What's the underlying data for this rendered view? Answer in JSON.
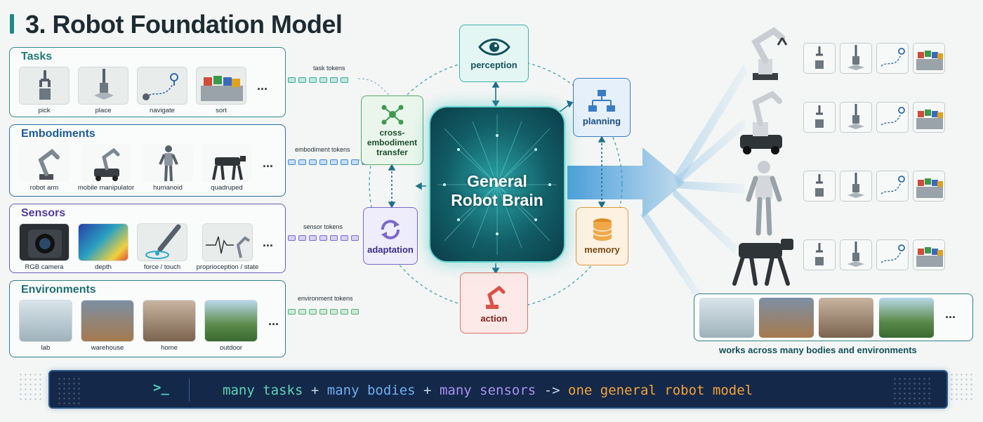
{
  "title": "3. Robot Foundation Model",
  "colors": {
    "teal": "#1d8a84",
    "blue": "#2d6aa6",
    "purple": "#6b57b5",
    "orange": "#f3a43a",
    "terminal_bg": "#14284a"
  },
  "panels": {
    "tasks": {
      "title": "Tasks",
      "items": [
        "pick",
        "place",
        "navigate",
        "sort"
      ],
      "more": "..."
    },
    "embodiments": {
      "title": "Embodiments",
      "items": [
        "robot arm",
        "mobile manipulator",
        "humanoid",
        "quadruped"
      ],
      "more": "..."
    },
    "sensors": {
      "title": "Sensors",
      "items": [
        "RGB camera",
        "depth",
        "force / touch",
        "proprioception / state"
      ],
      "more": "..."
    },
    "environments": {
      "title": "Environments",
      "items": [
        "lab",
        "warehouse",
        "home",
        "outdoor"
      ],
      "more": "..."
    }
  },
  "tokens": {
    "task": "task tokens",
    "embodiment": "embodiment tokens",
    "sensor": "sensor tokens",
    "environment": "environment tokens"
  },
  "brain": {
    "line1": "General",
    "line2": "Robot Brain"
  },
  "modules": {
    "perception": "perception",
    "planning": "planning",
    "cross_line1": "cross-",
    "cross_line2": "embodiment",
    "cross_line3": "transfer",
    "adaptation": "adaptation",
    "memory": "memory",
    "action": "action"
  },
  "icons": {
    "perception": "eye-icon",
    "planning": "hierarchy-icon",
    "cross": "network-icon",
    "adaptation": "cycle-arrows-icon",
    "memory": "database-icon",
    "action": "robot-arm-icon"
  },
  "outputs": {
    "more": "...",
    "caption": "works across many bodies and environments"
  },
  "terminal": {
    "prompt": ">_",
    "tasks": "many tasks",
    "plus1": "+",
    "bodies": "many bodies",
    "plus2": "+",
    "sensors": "many sensors",
    "arrow": "->",
    "result": "one general robot model"
  }
}
